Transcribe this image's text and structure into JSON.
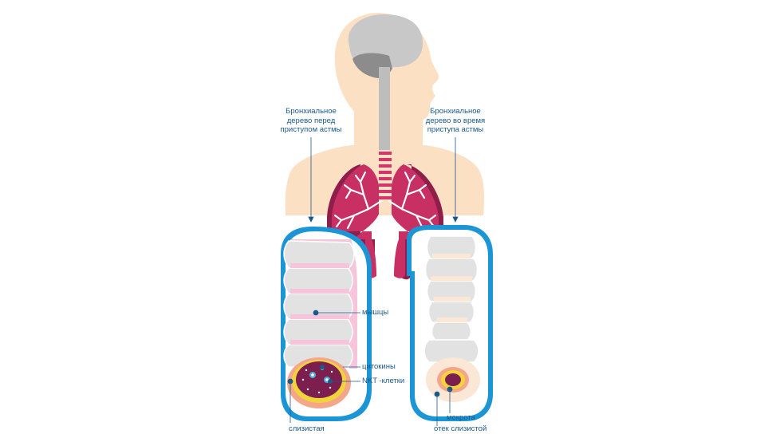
{
  "captions": {
    "before": [
      "Бронхиальное",
      "дерево перед",
      "приступом астмы"
    ],
    "during": [
      "Бронхиальное",
      "дерево во время",
      "приступа астмы"
    ]
  },
  "labels": {
    "muscles": "мышцы",
    "cytokines": "цитокины",
    "nkt_cells": "NKT -клетки",
    "mucosa": "слизистая",
    "sputum": "мокрота",
    "mucosa_edema": "отек слизистой"
  },
  "colors": {
    "skin": "#fce0c4",
    "brain": "#c8c8c8",
    "cerebellum": "#8c8c8c",
    "lungs": "#c82f62",
    "lung_shadow": "#8f1f4a",
    "trachea_rings": "#d3366b",
    "frame": "#1b95d5",
    "frame_inner": "#ffffff",
    "muscle": "#f6c5dc",
    "ring": "#dddddd",
    "tissue": "#7c1f4f",
    "mucus": "#efd53a",
    "dot": "#1a5a8a",
    "text": "#1a5a8a"
  }
}
